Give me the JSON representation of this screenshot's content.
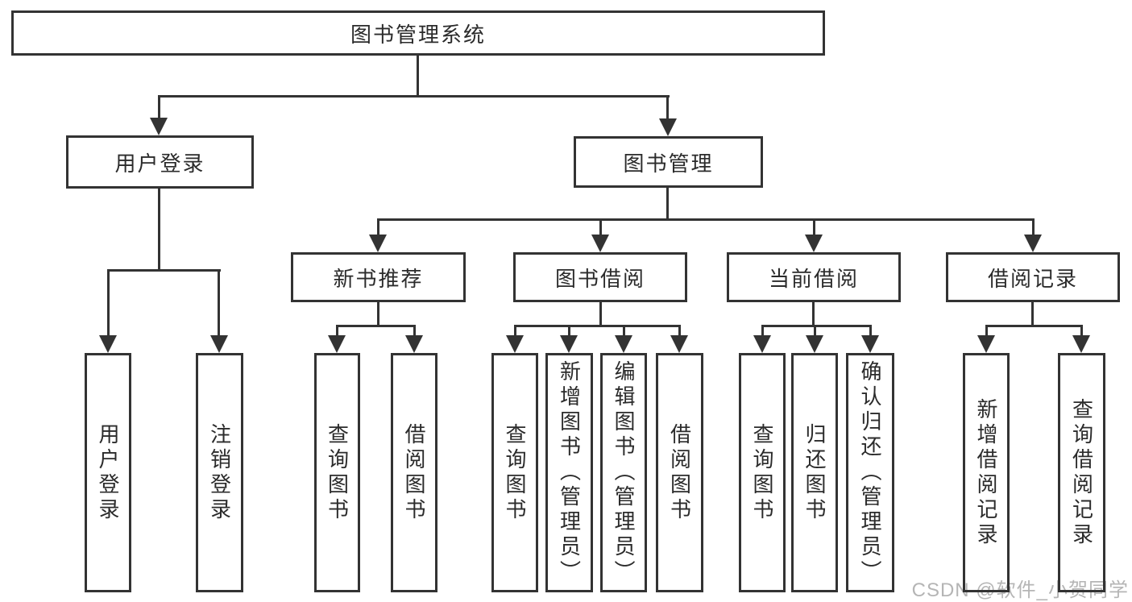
{
  "diagram": {
    "title": "图书管理系统",
    "level2": [
      {
        "label": "用户登录"
      },
      {
        "label": "图书管理"
      }
    ],
    "level3": [
      {
        "label": "新书推荐"
      },
      {
        "label": "图书借阅"
      },
      {
        "label": "当前借阅"
      },
      {
        "label": "借阅记录"
      }
    ],
    "leaves": [
      {
        "label": "用户登录"
      },
      {
        "label": "注销登录"
      },
      {
        "label": "查询图书"
      },
      {
        "label": "借阅图书"
      },
      {
        "label": "查询图书"
      },
      {
        "label": "新增图书（管理员）"
      },
      {
        "label": "编辑图书（管理员）"
      },
      {
        "label": "借阅图书"
      },
      {
        "label": "查询图书"
      },
      {
        "label": "归还图书"
      },
      {
        "label": "确认归还（管理员）"
      },
      {
        "label": "新增借阅记录"
      },
      {
        "label": "查询借阅记录"
      }
    ]
  },
  "watermark": {
    "text": "CSDN @软件_小贺同学"
  },
  "colors": {
    "line": "#333333",
    "text": "#2b2b2b",
    "background": "#ffffff",
    "watermark": "#a8a8a8"
  }
}
